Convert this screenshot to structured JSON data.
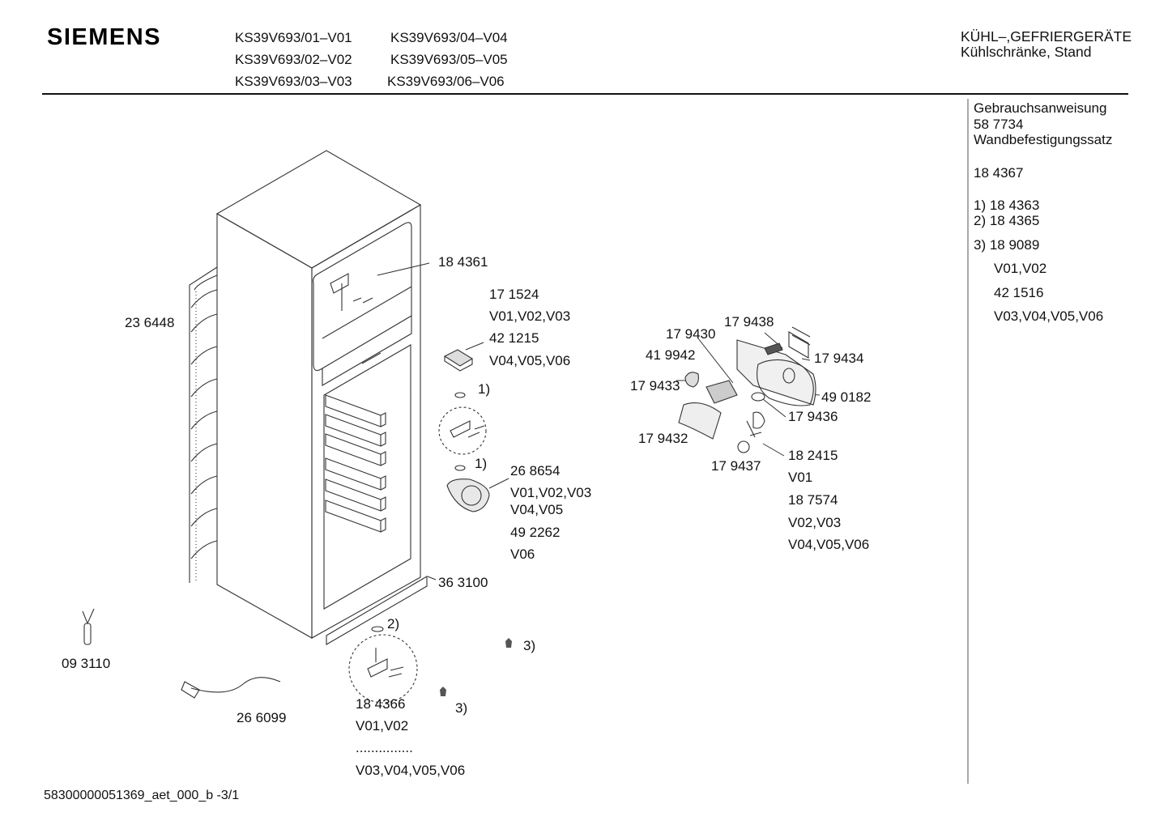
{
  "header": {
    "brand": "SIEMENS",
    "models": [
      "KS39V693/01–V01",
      "KS39V693/04–V04",
      "KS39V693/02–V02",
      "KS39V693/05–V05",
      "KS39V693/03–V03",
      "KS39V693/06–V06"
    ],
    "category_line1": "KÜHL–,GEFRIERGERÄTE",
    "category_line2": "Kühlschränke, Stand"
  },
  "sidebar": {
    "line1": "Gebrauchsanweisung",
    "line2": "58 7734",
    "line3": "Wandbefestigungssatz",
    "line4": "18 4367",
    "line5": "1)  18 4363",
    "line6": "2)  18 4365",
    "line7": "3)  18 9089",
    "line8": "V01,V02",
    "line9": "42 1516",
    "line10": "V03,V04,V05,V06"
  },
  "labels": {
    "p184361": "18 4361",
    "p171524": "17 1524",
    "v010203a": "V01,V02,V03",
    "p421215": "42 1215",
    "v040506a": "V04,V05,V06",
    "p236448": "23 6448",
    "n1a": "1)",
    "n1b": "1)",
    "p268654": "26 8654",
    "v010203b": "V01,V02,V03",
    "v0405": "V04,V05",
    "p492262": "49 2262",
    "v06": "V06",
    "p363100": "36 3100",
    "n2": "2)",
    "n3a": "3)",
    "n3b": "3)",
    "p093110": "09 3110",
    "p266099": "26 6099",
    "p184366": "18 4366",
    "v0102": "V01,V02",
    "dots": "...............",
    "v030405": "V03,V04,V05,V06",
    "p179438": "17 9438",
    "p179430": "17 9430",
    "p419942": "41 9942",
    "p179434": "17 9434",
    "p179433": "17 9433",
    "p490182": "49 0182",
    "p179436": "17 9436",
    "p179432": "17 9432",
    "p182415": "18 2415",
    "p179437": "17 9437",
    "v01": "V01",
    "p187574": "18 7574",
    "v0203": "V02,V03",
    "v040506b": "V04,V05,V06"
  },
  "footer": "58300000051369_aet_000_b -3/1"
}
